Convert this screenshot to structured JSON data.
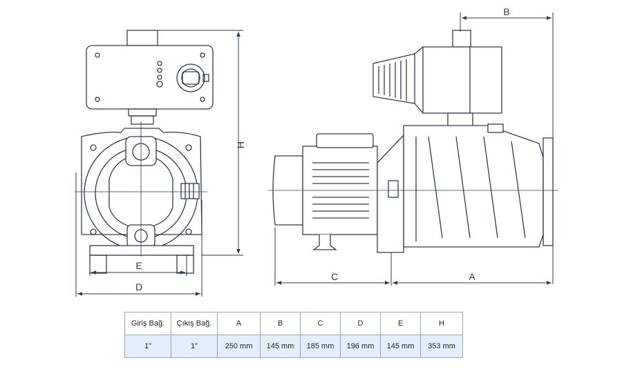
{
  "dimension_labels": {
    "h": "H",
    "e": "E",
    "d": "D",
    "b": "B",
    "c": "C",
    "a": "A"
  },
  "table": {
    "headers": [
      "Giriş Bağ.",
      "Çıkış Bağ.",
      "A",
      "B",
      "C",
      "D",
      "E",
      "H"
    ],
    "row": [
      "1\"",
      "1\"",
      "250 mm",
      "145 mm",
      "185 mm",
      "196 mm",
      "145 mm",
      "353 mm"
    ]
  }
}
